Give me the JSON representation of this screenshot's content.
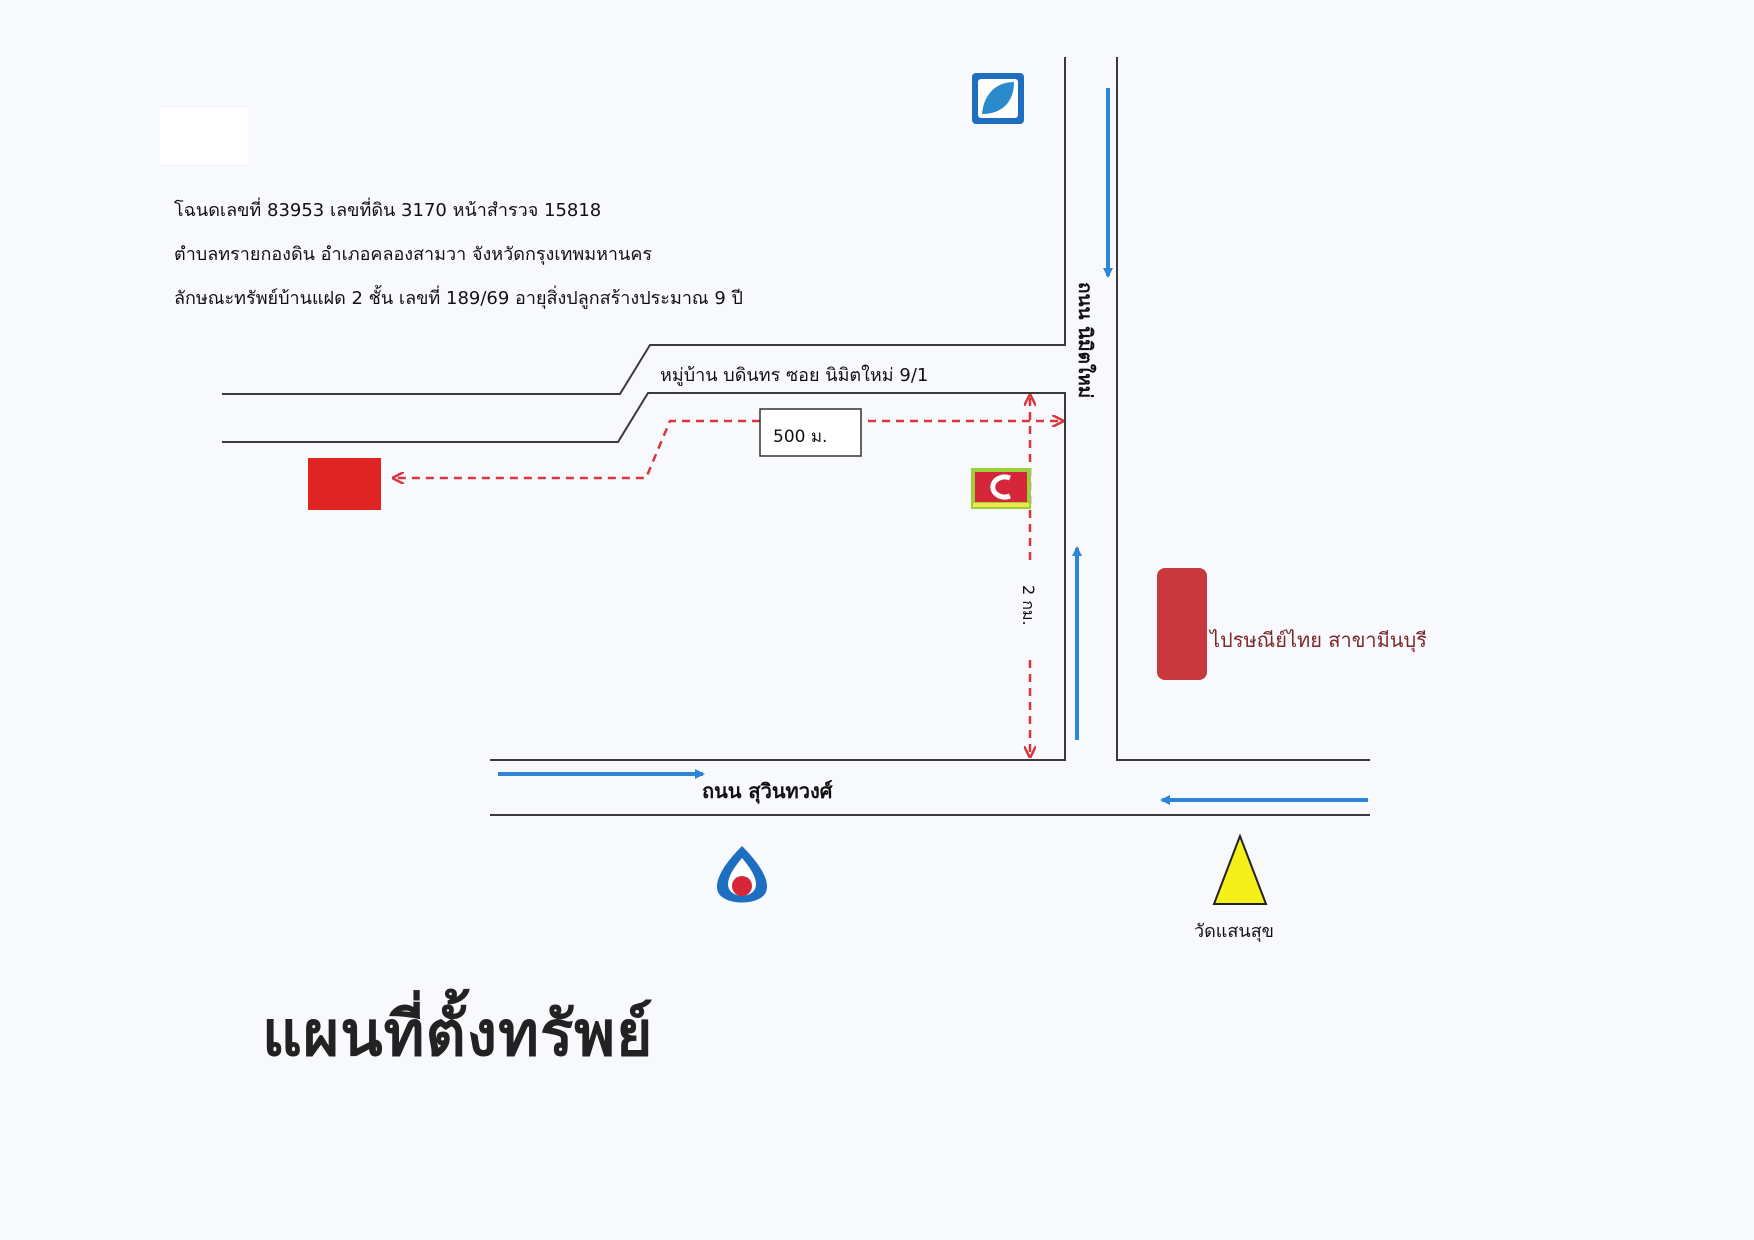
{
  "property_info": {
    "line1": "โฉนดเลขที่ 83953  เลขที่ดิน 3170  หน้าสำรวจ 15818",
    "line2": "ตำบลทรายกองดิน  อำเภอคลองสามวา  จังหวัดกรุงเทพมหานคร",
    "line3": "ลักษณะทรัพย์บ้านแฝด 2 ชั้น  เลขที่ 189/69  อายุสิ่งปลูกสร้างประมาณ  9  ปี"
  },
  "roads": {
    "soi_label": "หมู่บ้าน บดินทร  ซอย นิมิตใหม่ 9/1",
    "nimitmai_label": "ถนน นิมิตใหม่",
    "suwinthawong_label": "ถนน สุวินทวงศ์"
  },
  "distances": {
    "horizontal": "500 ม.",
    "vertical": "2 กม."
  },
  "landmarks": {
    "post_office": "ไปรษณีย์ไทย สาขามีนบุรี",
    "temple": "วัดแสนสุข",
    "bigc_icon": "big-c-logo-icon",
    "bank_icon": "bangchak-bank-logo-icon",
    "ptt_icon": "ptt-station-icon"
  },
  "map_title": "แผนที่ตั้งทรัพย์",
  "colors": {
    "road_line": "#3a3a3a",
    "flow_arrow": "#2f86d6",
    "route": "#d9363e",
    "property": "#e02424",
    "post_office": "#c8383c",
    "temple": "#f5ef1a"
  }
}
